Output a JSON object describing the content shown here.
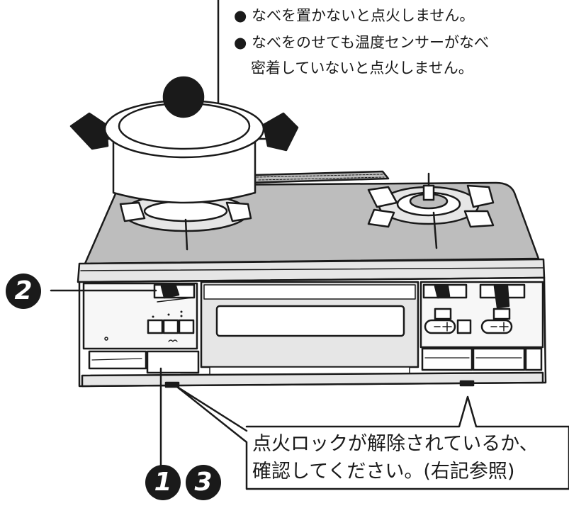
{
  "notes": {
    "bullet": "●",
    "note1": "なべを置かないと点火しません。",
    "note2_line1": "なべをのせても温度センサーがなべ",
    "note2_line2": "密着していないと点火しません。"
  },
  "callout": {
    "line1": "点火ロックが解除されているか、",
    "line2": "確認してください。(右記参照)"
  },
  "steps": {
    "s1": "1",
    "s2": "2",
    "s3": "3"
  },
  "colors": {
    "ink": "#1a1a1a",
    "body_gray": "#e6e6e6",
    "top_gray": "#bdbdbd",
    "panel_light": "#f3f3f3",
    "white": "#ffffff"
  }
}
